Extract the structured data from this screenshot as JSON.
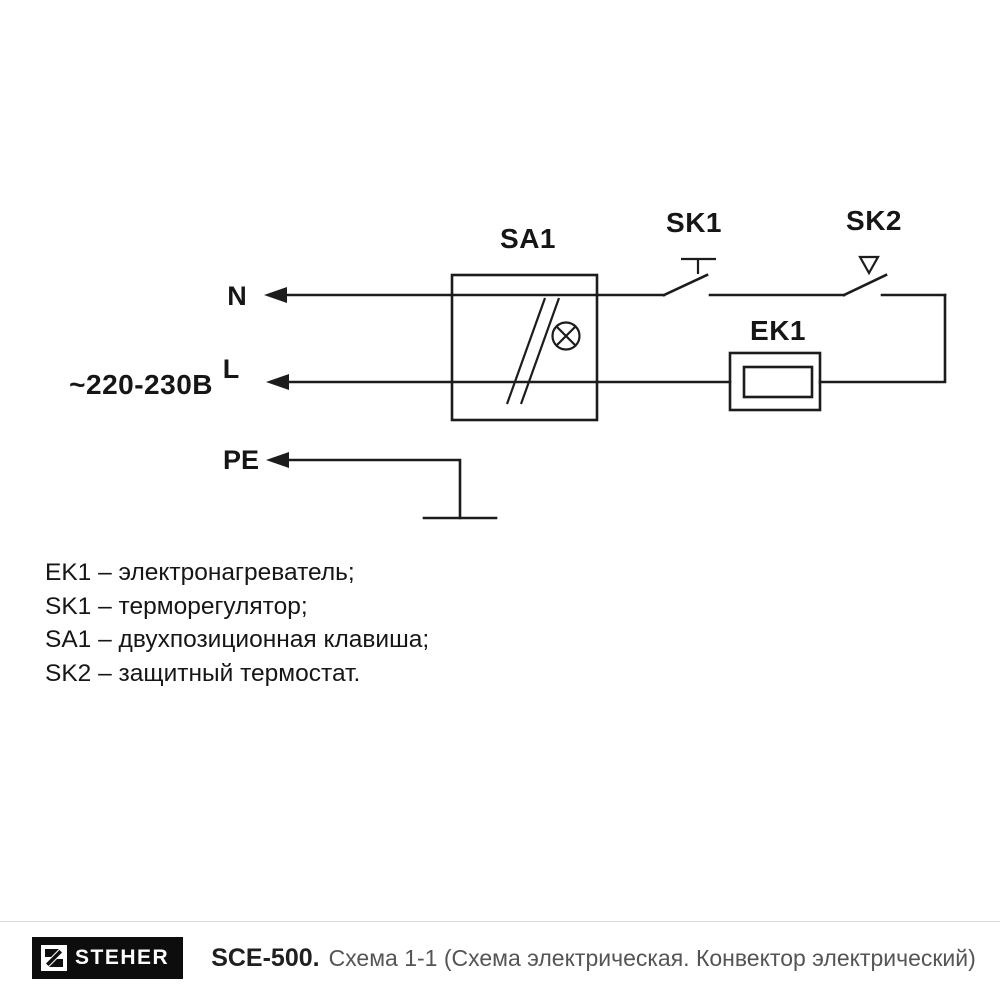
{
  "diagram": {
    "labels": {
      "sa1": "SA1",
      "sk1": "SK1",
      "sk2": "SK2",
      "ek1": "EK1",
      "n": "N",
      "l": "L",
      "pe": "PE",
      "voltage": "~220-230В"
    }
  },
  "legend": {
    "items": [
      "EK1 – электронагреватель;",
      "SK1 – терморегулятор;",
      "SA1 – двухпозиционная клавиша;",
      "SK2 – защитный термостат."
    ]
  },
  "footer": {
    "logo_text": "STEHER",
    "model": "SCE-500.",
    "description": "Схема 1-1 (Схема электрическая. Конвектор электрический)"
  },
  "colors": {
    "line": "#1c1c1c",
    "footer_description": "#555555",
    "logo_background": "#0d0d0d"
  }
}
